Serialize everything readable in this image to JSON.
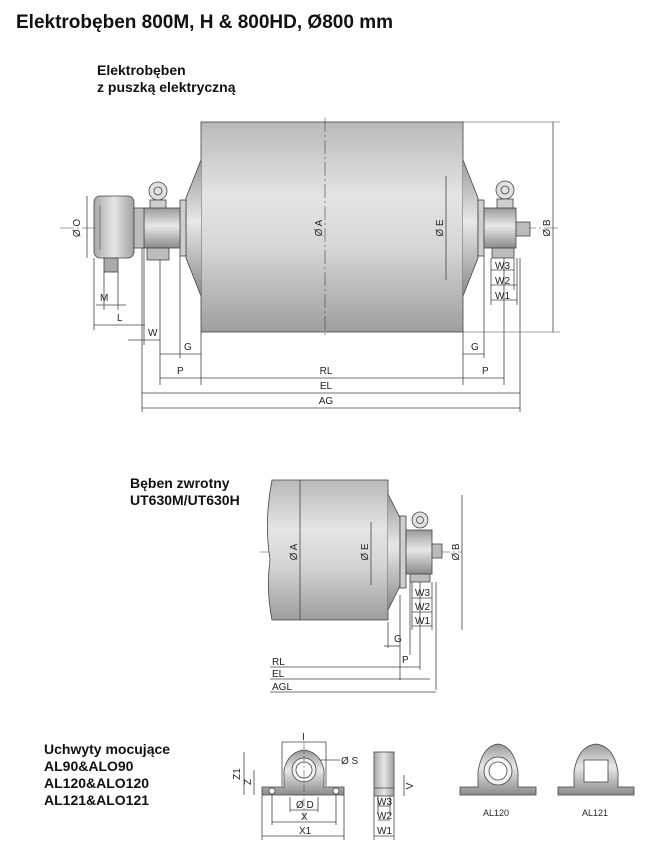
{
  "title": "Elektrobęben 800M, H & 800HD, Ø800 mm",
  "section1": {
    "line1": "Elektrobęben",
    "line2": "z puszką elektryczną",
    "labels": {
      "O": "Ø O",
      "A": "Ø A",
      "E": "Ø E",
      "B": "Ø B",
      "M": "M",
      "L": "L",
      "W": "W",
      "G": "G",
      "P": "P",
      "RL": "RL",
      "EL": "EL",
      "AG": "AG",
      "W1": "W1",
      "W2": "W2",
      "W3": "W3"
    }
  },
  "section2": {
    "line1": "Bęben zwrotny",
    "line2": "UT630M/UT630H",
    "labels": {
      "A": "Ø A",
      "E": "Ø E",
      "B": "Ø B",
      "W1": "W1",
      "W2": "W2",
      "W3": "W3",
      "G": "G",
      "P": "P",
      "RL": "RL",
      "EL": "EL",
      "AGL": "AGL"
    }
  },
  "section3": {
    "lines": [
      "Uchwyty mocujące",
      "AL90&ALO90",
      "AL120&ALO120",
      "AL121&ALO121"
    ],
    "labels": {
      "I": "I",
      "S": "Ø S",
      "Z1": "Z1",
      "Z": "Z",
      "V": "V",
      "D": "Ø D",
      "X": "X",
      "X1": "X1",
      "W1": "W1",
      "W2": "W2",
      "W3": "W3",
      "AL120": "AL120",
      "AL121": "AL121"
    }
  }
}
